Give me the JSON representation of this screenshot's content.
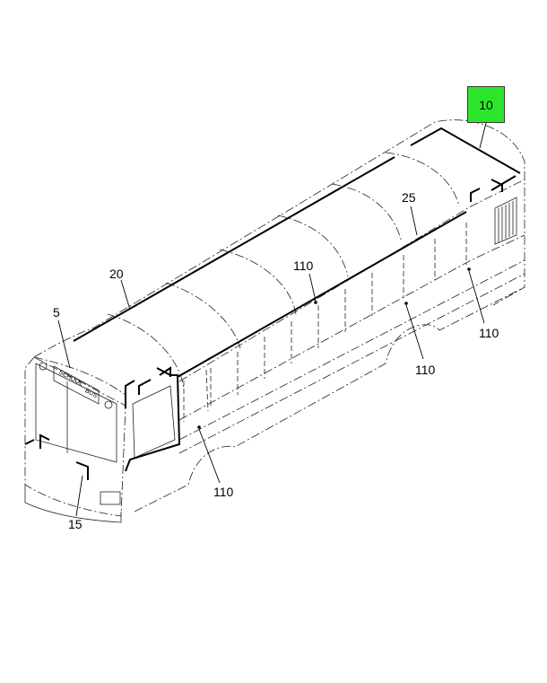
{
  "diagram": {
    "highlight_color": "#2ce62c",
    "callouts": {
      "c10": "10",
      "c25": "25",
      "c20": "20",
      "c5": "5",
      "c110_top": "110",
      "c110_right": "110",
      "c110_mid": "110",
      "c110_bottom": "110",
      "c15": "15"
    },
    "destination_sign": {
      "line1": "SCHOOL",
      "line2": "BUS"
    }
  }
}
